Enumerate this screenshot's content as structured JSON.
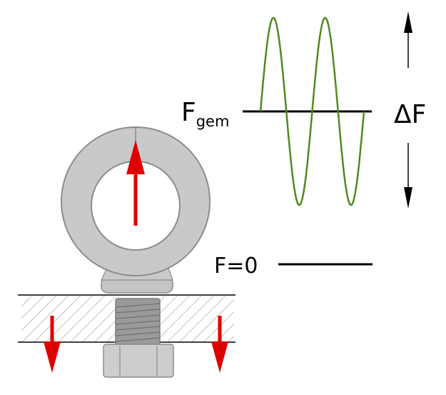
{
  "diagram": {
    "labels": {
      "mean_force_base": "F",
      "mean_force_subscript": "gem",
      "force_range": "ΔF",
      "zero_force": "F=0"
    },
    "colors": {
      "wave": "#4f8a1f",
      "arrow": "#dd0000",
      "bolt_fill": "#c9c9c9",
      "bolt_stroke": "#8c8c8c",
      "line": "#000000"
    }
  }
}
